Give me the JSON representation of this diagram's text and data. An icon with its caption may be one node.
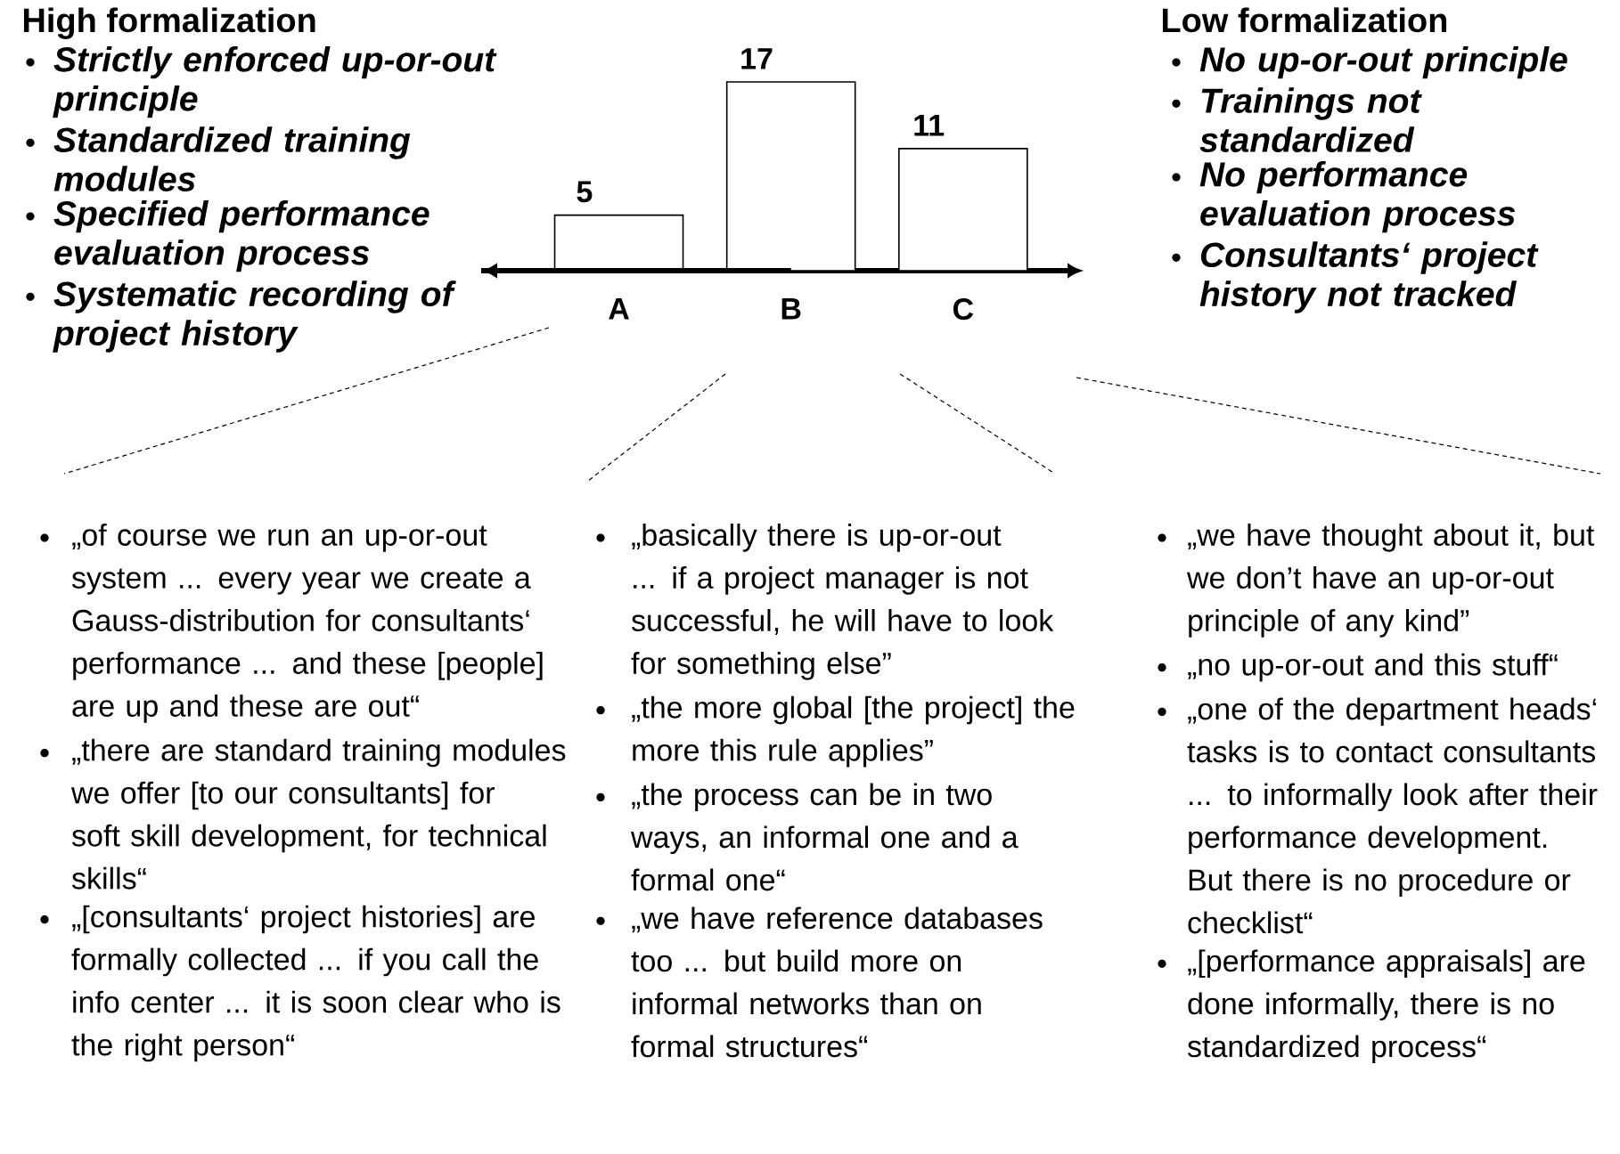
{
  "diagram": {
    "labels": [
      "High formalization",
      "Strictly enforced up-or-out principle",
      "Standardized training modules",
      "Specified performance evaluation process",
      "Systematic recording of project history",
      "Low formalization",
      "No up-or-out principle",
      "Trainings not standardized",
      "No performance evaluation process",
      "Consultants‘ project history not tracked",
      "„of course we run an up-or-out system ... every year we create a Gauss-distribution for consultants‘ performance ... and these [people] are up and these are out“",
      "„there are standard training modules we offer [to our consultants] for soft skill development, for technical skills“",
      "„[consultants‘ project histories] are formally collected ... if you call the info center ... it is soon clear who is the right person“",
      "„basically there is up-or-out ... if a project manager is not successful, he will have to look for something else”",
      "„the more global [the project] the more this rule applies”",
      "„the process can be in two ways, an informal one and a formal one“",
      "„we have reference databases too ... but build more on informal networks than on formal structures“",
      "„we have thought about it, but we don’t have an up-or-out principle of any kind”",
      "„no up-or-out and this stuff“",
      "„one of the department heads‘ tasks is to contact consultants ... to informally look after their performance development. But there is no procedure or checklist“",
      "„[performance appraisals] are done informally, there is no standardized process“"
    ],
    "chart_data": {
      "type": "bar",
      "categories": [
        "A",
        "B",
        "C"
      ],
      "values": [
        5,
        17,
        11
      ],
      "data_labels": true
    }
  }
}
